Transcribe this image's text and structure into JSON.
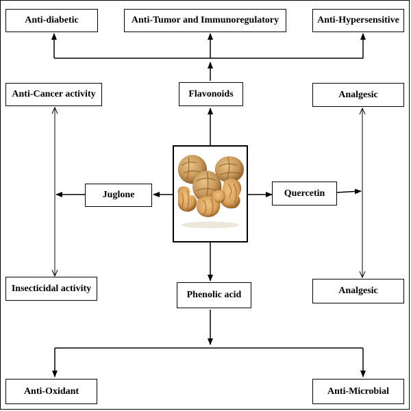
{
  "nodes": {
    "anti_diabetic": "Anti-diabetic",
    "anti_tumor": "Anti-Tumor and Immunoregulatory",
    "anti_hypersensitive": "Anti-Hypersensitive",
    "anti_cancer": "Anti-Cancer activity",
    "flavonoids": "Flavonoids",
    "analgesic_top": "Analgesic",
    "juglone": "Juglone",
    "quercetin": "Quercetin",
    "insecticidal": "Insecticidal activity",
    "phenolic_acid": "Phenolic acid",
    "analgesic_bottom": "Analgesic",
    "anti_oxidant": "Anti-Oxidant",
    "anti_microbial": "Anti-Microbial"
  },
  "colors": {
    "line": "#000000",
    "walnut_shell": "#c99a5b",
    "walnut_kernel": "#d8a25c"
  },
  "center_image": {
    "icon": "walnut-icon"
  }
}
